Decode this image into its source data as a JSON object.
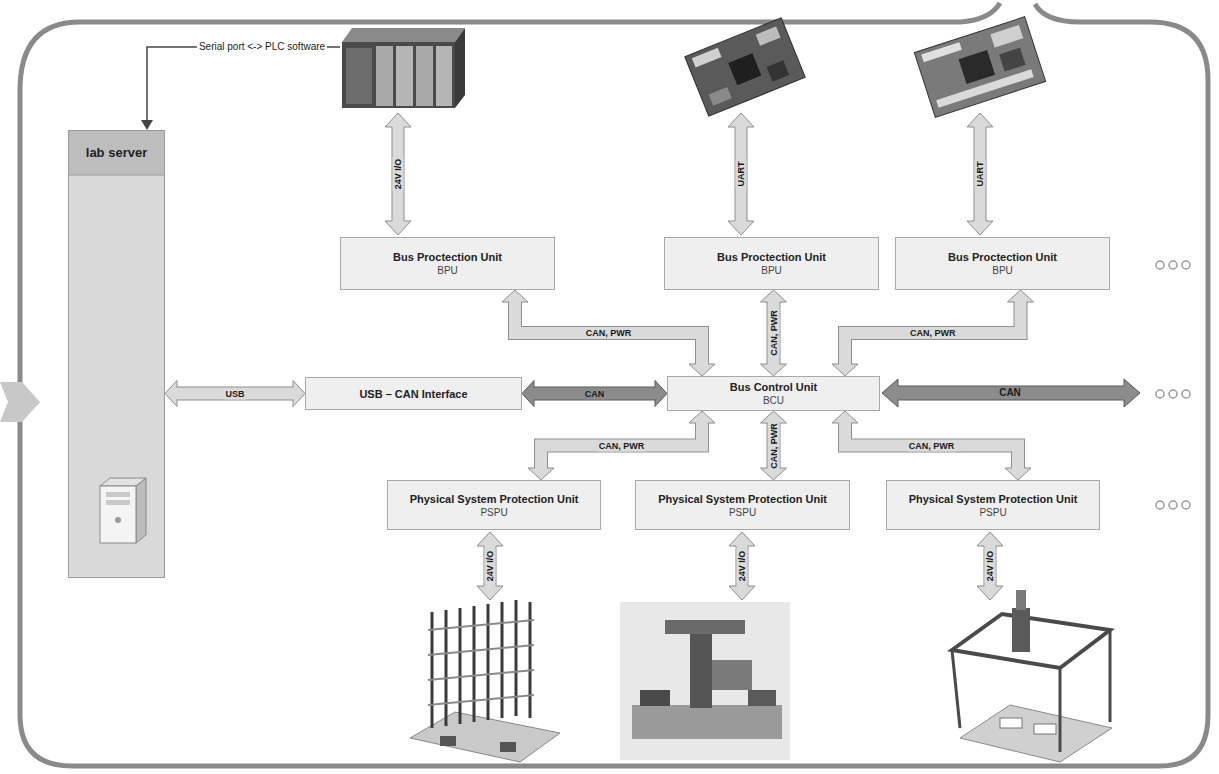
{
  "diagram": {
    "nodes": [
      {
        "text": [
          "lab server"
        ]
      },
      {
        "text": [
          "Bus Proctection Unit",
          "BPU"
        ]
      },
      {
        "text": [
          "Bus Proctection Unit",
          "BPU"
        ]
      },
      {
        "text": [
          "Bus Proctection Unit",
          "BPU"
        ]
      },
      {
        "text": [
          "USB – CAN Interface"
        ]
      },
      {
        "text": [
          "Bus Control Unit",
          "BCU"
        ]
      },
      {
        "text": [
          "Physical System Protection Unit",
          "PSPU"
        ]
      },
      {
        "text": [
          "Physical System Protection Unit",
          "PSPU"
        ]
      },
      {
        "text": [
          "Physical System Protection Unit",
          "PSPU"
        ]
      }
    ],
    "edges": [
      {
        "from": 0,
        "to": 4,
        "arrow": "both",
        "label": "USB"
      },
      {
        "from": 4,
        "to": 5,
        "arrow": "both",
        "label": "CAN"
      },
      {
        "from": 1,
        "to": 5,
        "arrow": "both",
        "label": "CAN, PWR"
      },
      {
        "from": 2,
        "to": 5,
        "arrow": "both",
        "label": "CAN, PWR"
      },
      {
        "from": 3,
        "to": 5,
        "arrow": "both",
        "label": "CAN, PWR"
      },
      {
        "from": 5,
        "to": 6,
        "arrow": "both",
        "label": "CAN, PWR"
      },
      {
        "from": 5,
        "to": 7,
        "arrow": "both",
        "label": "CAN, PWR"
      },
      {
        "from": 5,
        "to": 8,
        "arrow": "both",
        "label": "CAN, PWR"
      }
    ],
    "labels": [
      "Serial port <-> PLC software",
      "24V I/O",
      "UART",
      "UART",
      "CAN",
      "24V I/O",
      "24V I/O",
      "24V I/O"
    ]
  }
}
